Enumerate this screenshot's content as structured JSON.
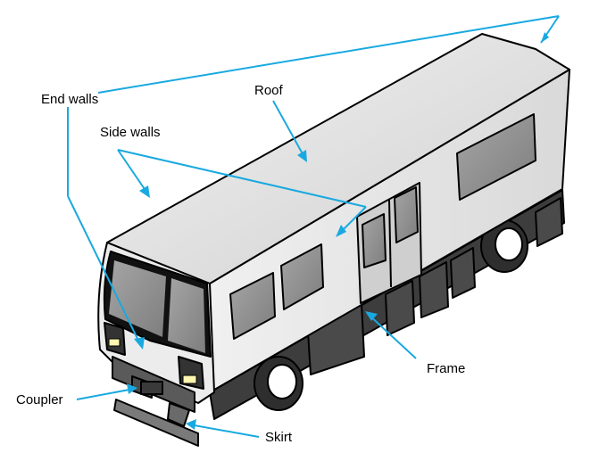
{
  "labels": {
    "end_walls": "End walls",
    "roof": "Roof",
    "side_walls": "Side walls",
    "coupler": "Coupler",
    "frame": "Frame",
    "skirt": "Skirt"
  },
  "colors": {
    "leader": "#19a9e0",
    "body": "#e6e6e6",
    "roof": "#dcdcdc",
    "window": "#8c8c8c",
    "undercarriage": "#4a4a4a",
    "headlight": "#fff6b0"
  }
}
